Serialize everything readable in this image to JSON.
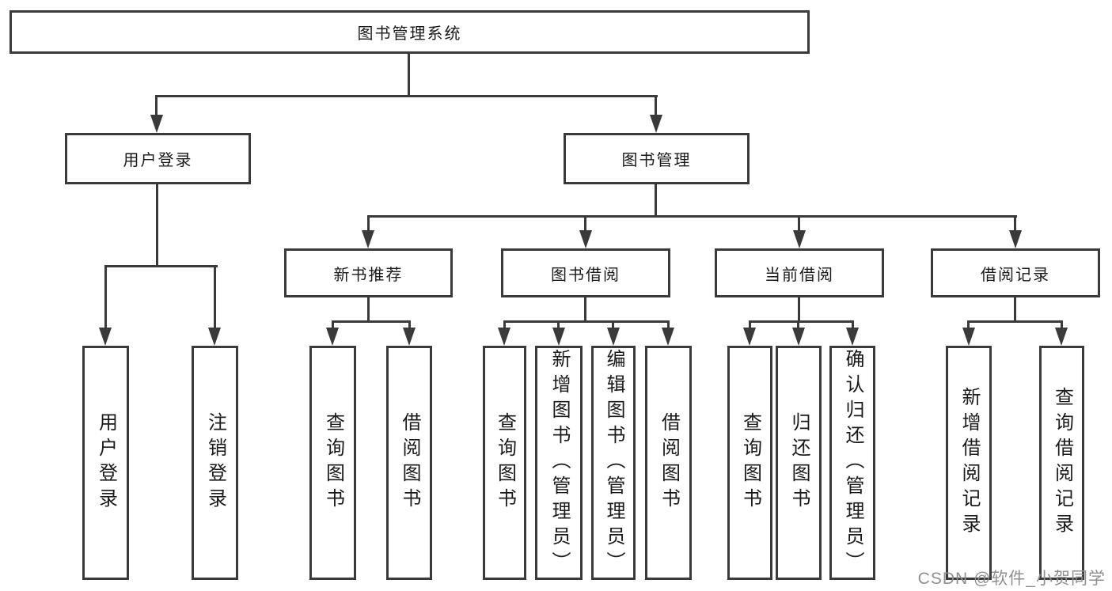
{
  "diagram": {
    "root": {
      "label": "图书管理系统"
    },
    "branches": [
      {
        "label": "用户登录",
        "children": [
          {
            "label": "用户登录"
          },
          {
            "label": "注销登录"
          }
        ]
      },
      {
        "label": "图书管理",
        "children": [
          {
            "label": "新书推荐",
            "children": [
              {
                "label": "查询图书"
              },
              {
                "label": "借阅图书"
              }
            ]
          },
          {
            "label": "图书借阅",
            "children": [
              {
                "label": "查询图书"
              },
              {
                "label": "新增图书（管理员）"
              },
              {
                "label": "编辑图书（管理员）"
              },
              {
                "label": "借阅图书"
              }
            ]
          },
          {
            "label": "当前借阅",
            "children": [
              {
                "label": "查询图书"
              },
              {
                "label": "归还图书"
              },
              {
                "label": "确认归还（管理员）"
              }
            ]
          },
          {
            "label": "借阅记录",
            "children": [
              {
                "label": "新增借阅记录"
              },
              {
                "label": "查询借阅记录"
              }
            ]
          }
        ]
      }
    ]
  },
  "watermark": "CSDN @软件_小贺同学",
  "colors": {
    "line": "#3a3a3a",
    "text": "#1a1a1a",
    "watermark": "#8f8f8f",
    "background": "#ffffff"
  }
}
